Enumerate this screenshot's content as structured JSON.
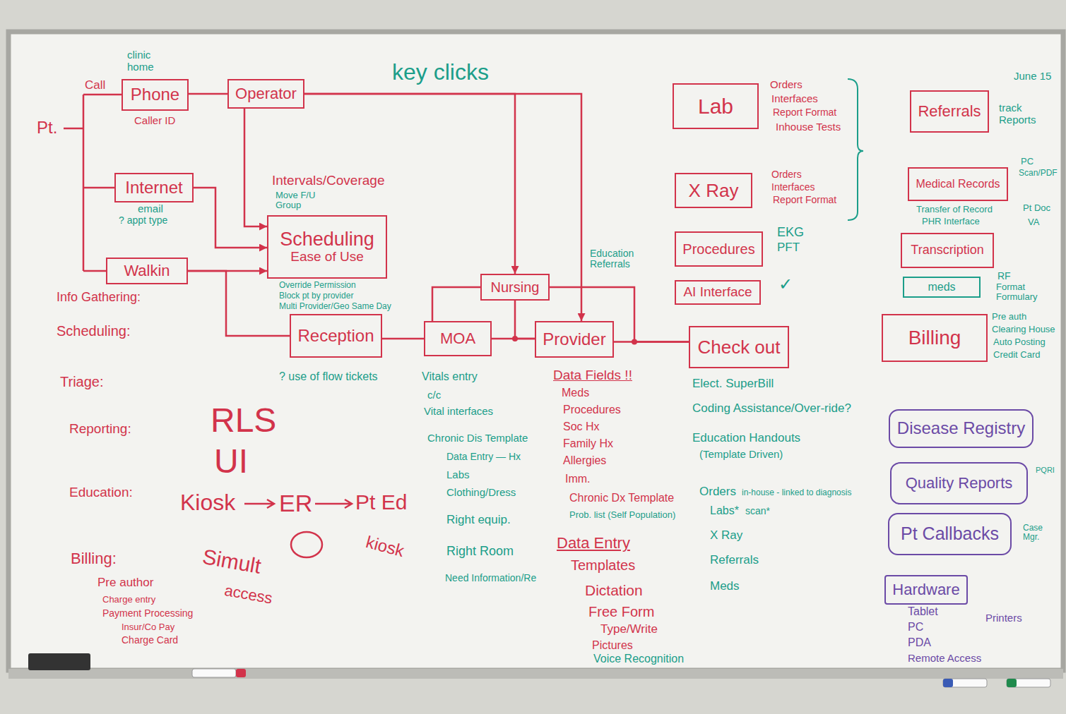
{
  "diagram": {
    "nodes": [
      {
        "text": [
          "Phone"
        ]
      },
      {
        "text": [
          "Operator"
        ]
      },
      {
        "text": [
          "Internet"
        ]
      },
      {
        "text": [
          "Walkin"
        ]
      },
      {
        "text": [
          "Scheduling",
          "Ease of Use"
        ]
      },
      {
        "text": [
          "Reception"
        ]
      },
      {
        "text": [
          "Nursing"
        ]
      },
      {
        "text": [
          "MOA"
        ]
      },
      {
        "text": [
          "Provider"
        ]
      },
      {
        "text": [
          "Check out"
        ]
      },
      {
        "text": [
          "Lab"
        ]
      },
      {
        "text": [
          "X Ray"
        ]
      },
      {
        "text": [
          "Procedures"
        ]
      },
      {
        "text": [
          "AI Interface"
        ]
      },
      {
        "text": [
          "Referrals"
        ]
      },
      {
        "text": [
          "Medical Records"
        ]
      },
      {
        "text": [
          "Transcription"
        ]
      },
      {
        "text": [
          "meds"
        ]
      },
      {
        "text": [
          "Billing"
        ]
      },
      {
        "text": [
          "Disease Registry"
        ]
      },
      {
        "text": [
          "Quality Reports"
        ]
      },
      {
        "text": [
          "Pt Callbacks"
        ]
      },
      {
        "text": [
          "Hardware"
        ]
      }
    ],
    "edges": [
      {
        "from": 0,
        "to": 1,
        "arrow": "none"
      },
      {
        "from": 1,
        "to": 6,
        "arrow": "to"
      },
      {
        "from": 1,
        "to": 8,
        "arrow": "to"
      },
      {
        "from": 1,
        "to": 4,
        "arrow": "to"
      },
      {
        "from": 2,
        "to": 4,
        "arrow": "to"
      },
      {
        "from": 3,
        "to": 4,
        "arrow": "to"
      },
      {
        "from": 3,
        "to": 5,
        "arrow": "none"
      },
      {
        "from": 5,
        "to": 7,
        "arrow": "none"
      },
      {
        "from": 7,
        "to": 6,
        "arrow": "none"
      },
      {
        "from": 6,
        "to": 8,
        "arrow": "none"
      },
      {
        "from": 7,
        "to": 8,
        "arrow": "none"
      },
      {
        "from": 8,
        "to": 9,
        "arrow": "none"
      },
      {
        "from": 6,
        "to": 9,
        "arrow": "none"
      }
    ],
    "labels": [
      "clinic home",
      "Call",
      "Caller ID",
      "Pt.",
      "key clicks",
      "email",
      "? appt type",
      "Intervals/Coverage",
      "Move F/U Group",
      "Override Permission",
      "Block pt by provider",
      "Multi Provider/Geo Same Day",
      "Info Gathering:",
      "Scheduling:",
      "Triage:",
      "Reporting:",
      "Education:",
      "Billing:",
      "Pre author",
      "Charge entry",
      "Payment Processing",
      "Insur/Co Pay",
      "Charge Card",
      "RLS",
      "UI",
      "Kiosk",
      "ER",
      "Pt Ed",
      "kiosk",
      "Simult",
      "access",
      "? use of flow tickets",
      "Education Referrals",
      "Vitals entry",
      "c/c",
      "Vital interfaces",
      "Chronic Dis Template",
      "Data Entry — Hx",
      "Labs",
      "Clothing/Dress",
      "Right equip.",
      "Right Room",
      "Need Information/Re",
      "Data Fields !!",
      "Meds",
      "Procedures",
      "Soc Hx",
      "Family Hx",
      "Allergies",
      "Imm.",
      "Chronic Dx Template",
      "Prob. list (Self Population)",
      "Data Entry",
      "Templates",
      "Dictation",
      "Free Form",
      "Type/Write",
      "Pictures",
      "Voice Recognition",
      "Elect. SuperBill",
      "Coding Assistance/Over-ride?",
      "Education Handouts",
      "(Template Driven)",
      "Orders",
      "in-house - linked to diagnosis",
      "Labs*",
      "scan*",
      "X Ray",
      "Referrals",
      "Meds",
      "Orders",
      "Interfaces",
      "Report Format",
      "Inhouse Tests",
      "Orders",
      "Interfaces",
      "Report Format",
      "EKG",
      "PFT",
      "✓",
      "June 15",
      "track Reports",
      "PC",
      "Scan/PDF",
      "Pt Doc",
      "VA",
      "Transfer of Record",
      "PHR Interface",
      "RF",
      "Format Formulary",
      "Pre auth",
      "Clearing House",
      "Auto Posting",
      "Credit Card",
      "PQRI",
      "Case Mgr.",
      "Tablet",
      "Printers",
      "PC",
      "PDA",
      "Remote Access"
    ]
  }
}
